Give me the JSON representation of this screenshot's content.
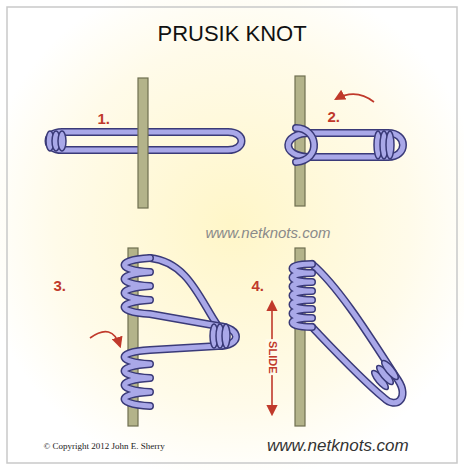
{
  "diagram": {
    "title": "PRUSIK KNOT",
    "labels": [
      "1.",
      "2.",
      "www.netknots.com",
      "3.",
      "4.",
      "SLIDE",
      "© Copyright 2012 John E. Sherry",
      "www.netknots.com"
    ]
  }
}
